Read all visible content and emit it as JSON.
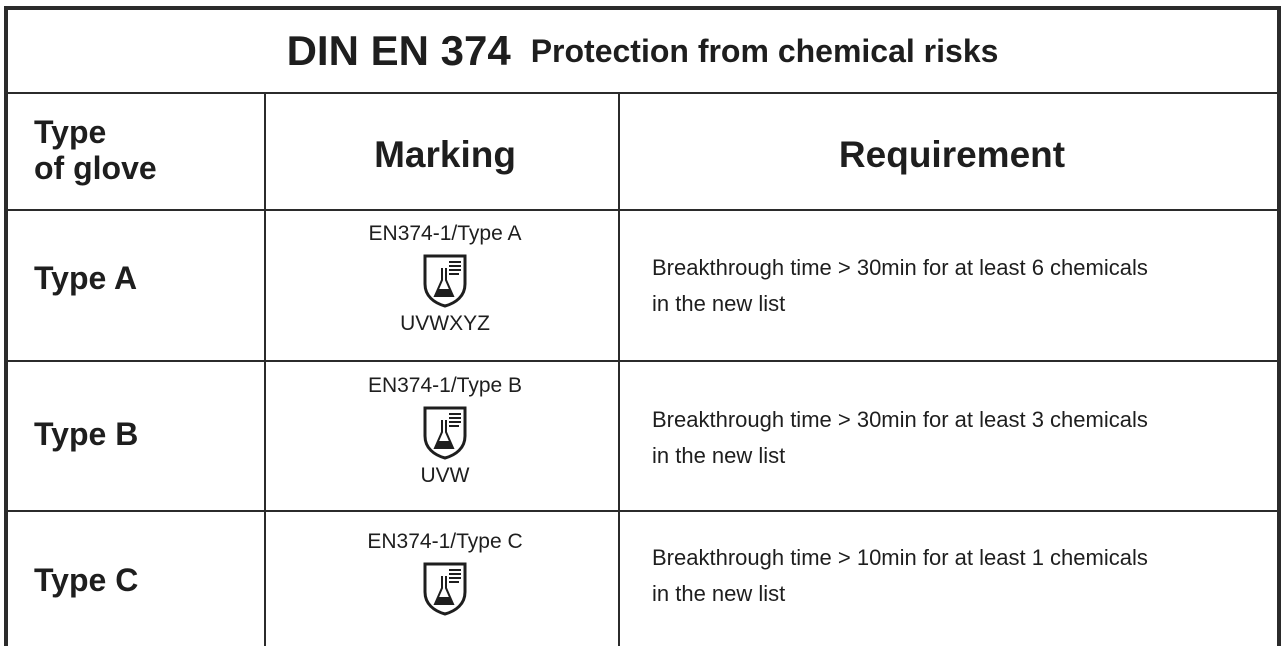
{
  "title": {
    "main": "DIN EN 374",
    "sub": "Protection from chemical risks"
  },
  "headers": {
    "type_line1": "Type",
    "type_line2": "of glove",
    "marking": "Marking",
    "requirement": "Requirement"
  },
  "rows": [
    {
      "type": "Type A",
      "marking_top": "EN374-1/Type A",
      "marking_bottom": "UVWXYZ",
      "req_line1": "Breakthrough time  >  30min for at least 6 chemicals",
      "req_line2": "in the new list"
    },
    {
      "type": "Type B",
      "marking_top": "EN374-1/Type B",
      "marking_bottom": "UVW",
      "req_line1": "Breakthrough time  >  30min for at least 3 chemicals",
      "req_line2": "in the new list"
    },
    {
      "type": "Type C",
      "marking_top": "EN374-1/Type C",
      "marking_bottom": "",
      "req_line1": "Breakthrough time  >  10min for at least 1 chemicals",
      "req_line2": "in the new list"
    }
  ],
  "icons": {
    "marking": "chemical-protection-shield-icon"
  },
  "colors": {
    "border": "#2b2b2b",
    "text": "#1e1e1e"
  }
}
